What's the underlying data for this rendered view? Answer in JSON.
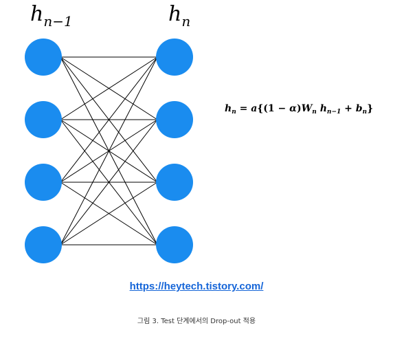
{
  "labels": {
    "left_main": "h",
    "left_sub": "n−1",
    "right_main": "h",
    "right_sub": "n"
  },
  "formula": {
    "lhs": "h",
    "lhs_sub": "n",
    "eq": " = ",
    "a": "a",
    "open": "{(1 − ",
    "alpha": "α",
    "close1": ")",
    "W": "W",
    "W_sub": "n",
    "h": " h",
    "h_sub": "n−1",
    "plus": " + ",
    "b": "b",
    "b_sub": "n",
    "close2": "}"
  },
  "link": "https://heytech.tistory.com/",
  "caption": "그림 3. Test 단계에서의 Drop-out 적용",
  "colors": {
    "node": "#1a8cef",
    "edge": "#000000"
  },
  "network": {
    "left_nodes": 4,
    "right_nodes": 4,
    "fully_connected": true
  }
}
